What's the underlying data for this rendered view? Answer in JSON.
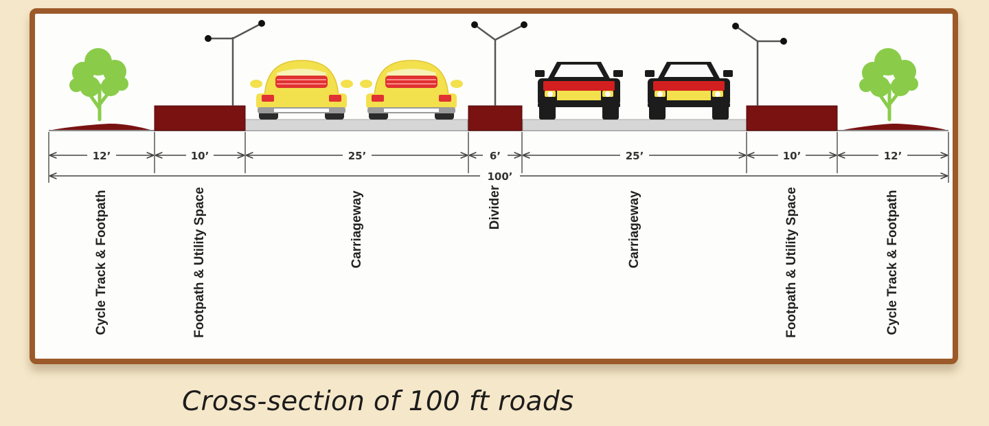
{
  "caption": "Cross-section of 100 ft roads",
  "total_width": "100’",
  "segments": [
    {
      "label": "Cycle Track & Footpath",
      "width": "12’"
    },
    {
      "label": "Footpath & Utility Space",
      "width": "10’"
    },
    {
      "label": "Carriageway",
      "width": "25’"
    },
    {
      "label": "Divider",
      "width": "6’"
    },
    {
      "label": "Carriageway",
      "width": "25’"
    },
    {
      "label": "Footpath & Utility Space",
      "width": "10’"
    },
    {
      "label": "Cycle Track & Footpath",
      "width": "12’"
    }
  ],
  "colors": {
    "frame": "#9c5a2a",
    "background": "#f5e7c9",
    "footpath_block": "#7a1212",
    "road": "#d6d6d6",
    "tree": "#8acc4a",
    "car_left": "#f3e04d",
    "car_right": "#d31f1f"
  }
}
